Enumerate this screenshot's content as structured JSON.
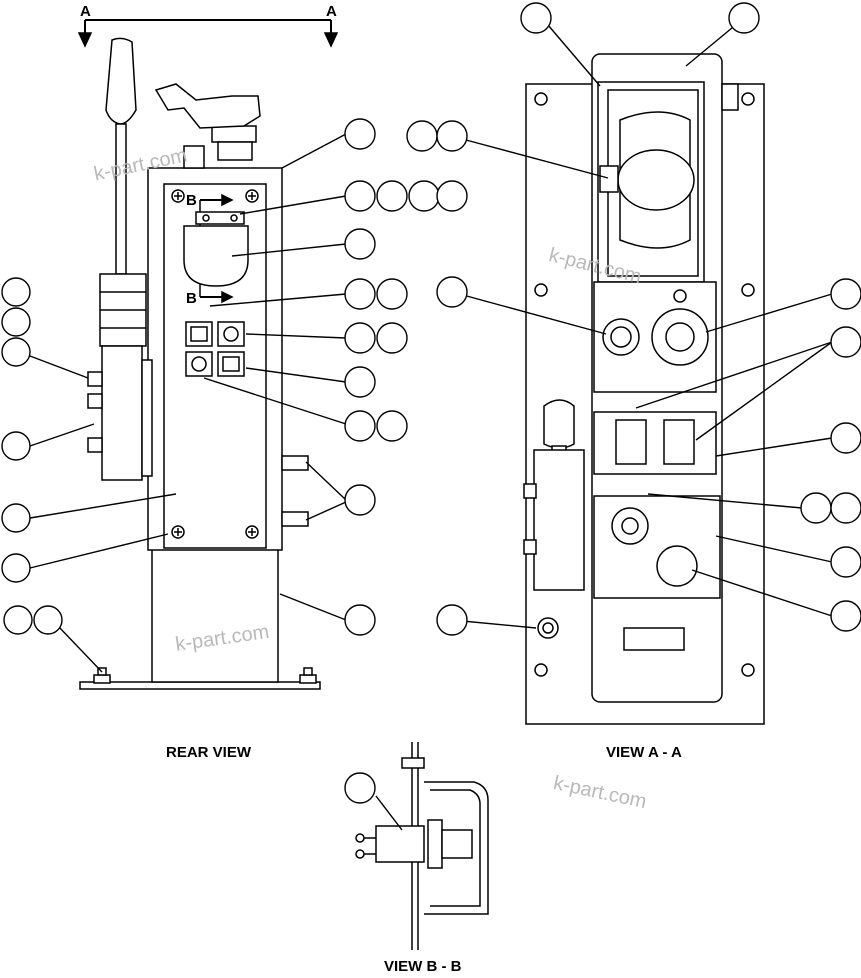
{
  "section_marker_letter": "A",
  "detail_marker_letter": "B",
  "captions": {
    "rear_view": "REAR VIEW",
    "view_a": "VIEW A - A",
    "view_b": "VIEW B - B"
  },
  "watermark_text": "k-part.com",
  "colors": {
    "line": "#000000",
    "watermark": "#b9b9b9",
    "background": "#ffffff"
  }
}
